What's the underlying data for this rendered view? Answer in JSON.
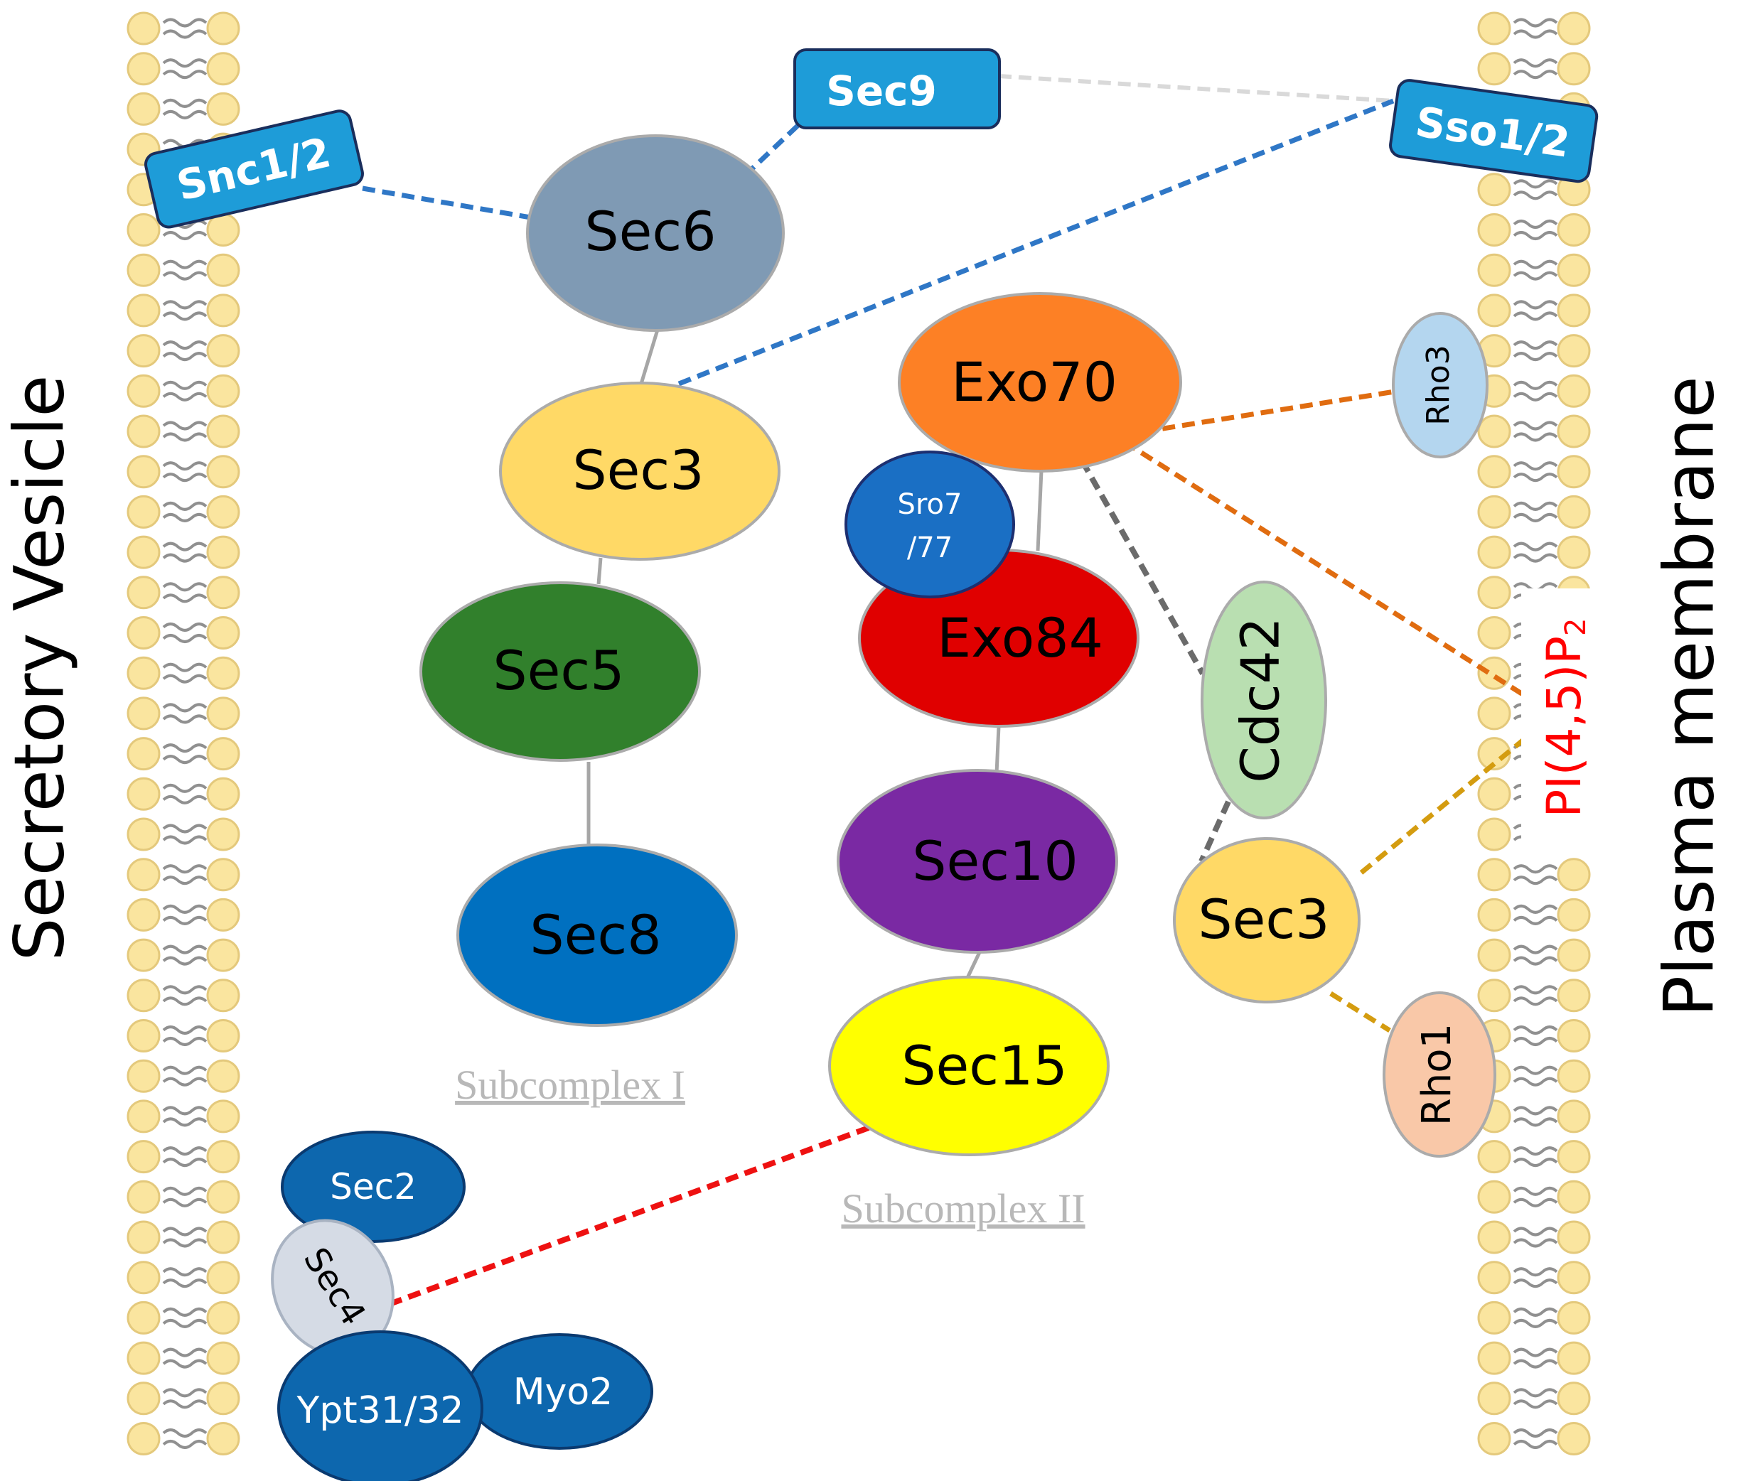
{
  "labels": {
    "left_membrane": "Secretory Vesicle",
    "right_membrane": "Plasma membrane",
    "subcomplex_1": "Subcomplex I",
    "subcomplex_2": "Subcomplex II"
  },
  "proteins": {
    "sec6": "Sec6",
    "sec3_left": "Sec3",
    "sec5": "Sec5",
    "sec8": "Sec8",
    "exo70": "Exo70",
    "sro7_line1": "Sro7",
    "sro7_line2": "/77",
    "exo84": "Exo84",
    "sec10": "Sec10",
    "sec15": "Sec15",
    "cdc42": "Cdc42",
    "sec3_right": "Sec3",
    "rho3": "Rho3",
    "rho1": "Rho1",
    "sec2": "Sec2",
    "sec4": "Sec4",
    "ypt": "Ypt31/32",
    "myo2": "Myo2"
  },
  "snares": {
    "snc": "Snc1/2",
    "sec9": "Sec9",
    "sso": "Sso1/2"
  },
  "lipid": {
    "main": "PI(4,5)P",
    "subscript": "2"
  },
  "colors": {
    "sec6": "#7f9ab4",
    "sec3": "#ffd966",
    "sec5": "#31802c",
    "sec8": "#0070c0",
    "exo70": "#fd8025",
    "sro7": "#1a6fc4",
    "exo84": "#e00000",
    "sec10": "#7a29a3",
    "sec15": "#ffff00",
    "cdc42": "#b9dfb1",
    "rho3": "#b4d6ef",
    "rho1": "#f9c8a8",
    "dark_blue": "#0d67ae",
    "sec4": "#d5dbe5",
    "snare_box": "#1e9cd8",
    "lipid_head": "#fae59f",
    "pip2_text": "#ff0000"
  }
}
